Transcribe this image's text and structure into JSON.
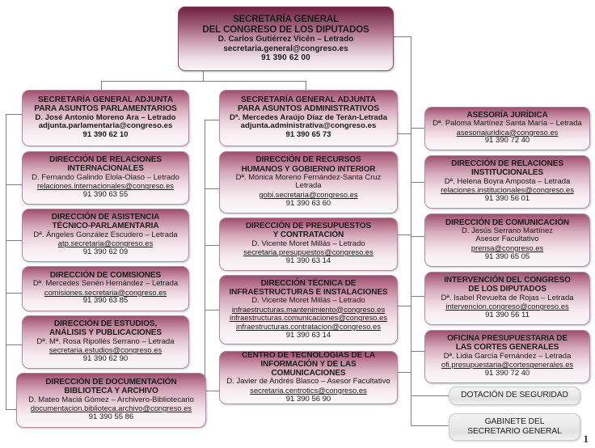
{
  "document": {
    "page_number": "1",
    "accent_color": "#8d4460",
    "line_color": "#808080",
    "plain_box_color": "#eaeaea"
  },
  "root": {
    "title_line1": "SECRETARÍA GENERAL",
    "title_line2": "DEL CONGRESO DE LOS DIPUTADOS",
    "person": "D. Carlos Gutiérrez Vicén – Letrado",
    "email": "secretaria.general@congreso.es",
    "phone": "91 390 62 00"
  },
  "left_branch": {
    "head": {
      "title_line1": "SECRETARÍA GENERAL ADJUNTA",
      "title_line2": "PARA ASUNTOS PARLAMENTARIOS",
      "person": "D. José Antonio Moreno Ara – Letrado",
      "email": "adjunta.parlamentaria@congreso.es",
      "phone": "91 390 62 10"
    },
    "units": [
      {
        "title_line1": "DIRECCIÓN DE RELACIONES",
        "title_line2": "INTERNACIONALES",
        "person": "D. Fernando Galindo Elola-Olaso – Letrado",
        "email": "relaciones.internacionales@congreso.es",
        "phone": "91 390 63 55"
      },
      {
        "title_line1": "DIRECCIÓN DE ASISTENCIA",
        "title_line2": "TÉCNICO-PARLAMENTARIA",
        "person": "Dª. Ángeles González Escudero – Letrada",
        "email": "atp.secretaria@congreso.es",
        "phone": "91 390 62 09"
      },
      {
        "title_line1": "DIRECCIÓN DE COMISIONES",
        "title_line2": "",
        "person": "Dª. Mercedes Senén Hernández – Letrada",
        "email": "comisiones.secretaria@congreso.es",
        "phone": "91 390 63 85"
      },
      {
        "title_line1": "DIRECCIÓN DE ESTUDIOS,",
        "title_line2": "ANÁLISIS Y PUBLICACIONES",
        "person": "Dª. Mª. Rosa Ripollés Serrano – Letrada",
        "email": "secretaria.estudios@congreso.es",
        "phone": "91 390 62 90"
      },
      {
        "title_line1": "DIRECCIÓN DE DOCUMENTACIÓN",
        "title_line2": "BIBLIOTECA Y ARCHIVO",
        "person": "D. Mateo Maciá Gómez – Archivero-Bibliotecario",
        "email": "documentacion.biblioteca.archivo@congreso.es",
        "phone": "91 390 55 86"
      }
    ]
  },
  "center_branch": {
    "head": {
      "title_line1": "SECRETARÍA GENERAL ADJUNTA",
      "title_line2": "PARA ASUNTOS ADMINISTRATIVOS",
      "person": "Dª. Mercedes Araújo Díaz de Terán-Letrada",
      "email": "adjunta.administrativa@congreso.es",
      "phone": "91 390 65 73"
    },
    "units": [
      {
        "title_line1": "DIRECCIÓN DE RECURSOS",
        "title_line2": "HUMANOS Y GOBIERNO INTERIOR",
        "person": "Dª. Mónica Moreno Fernández-Santa Cruz",
        "person2": "Letrada",
        "email": "gobi.secretaria@congreso.es",
        "phone": "91 390 63 60"
      },
      {
        "title_line1": "DIRECCIÓN DE PRESUPUESTOS",
        "title_line2": "Y CONTRATACIÓN",
        "person": "D. Vicente Moret Millás – Letrado",
        "email": "secretaria.presupuestos@congreso.es",
        "phone": "91 390 63 14"
      },
      {
        "title_line1": "DIRECCIÓN TÉCNICA DE",
        "title_line2": "INFRAESTRUCTURAS E INSTALACIONES",
        "person": "D. Vicente Moret Millás – Letrado",
        "email": "infraestructuras.mantenimiento@congreso.es",
        "email2": "infraestructuras.comunicaciones@congreso.es",
        "email3": "infraestructuras.contratacion@congreso.es",
        "phone": "91 390 63 14"
      },
      {
        "title_line1": "CENTRO DE TECNOLOGÍAS DE LA",
        "title_line2": "INFORMACIÓN Y DE LAS COMUNICACIONES",
        "person": "D. Javier de Andrés Blasco – Asesor Facultativo",
        "email": "secretaria.centrotics@congreso.es",
        "phone": "91 390 56 90"
      }
    ]
  },
  "right_branch": {
    "units": [
      {
        "title_line1": "ASESORÍA JURÍDICA",
        "title_line2": "",
        "person": "Dª. Paloma Martínez Santa María – Letrada",
        "email": "asesoriajuridica@congreso.es",
        "phone": "91 390 72 40"
      },
      {
        "title_line1": "DIRECCIÓN DE RELACIONES",
        "title_line2": "INSTITUCIONALES",
        "person": "Dª. Helena Boyra Amposta – Letrada",
        "email": "relaciones.institucionales@congreso.es",
        "phone": "91 390 56 01"
      },
      {
        "title_line1": "DIRECCIÓN DE COMUNICACIÓN",
        "title_line2": "",
        "person": "D. Jesús Serrano Martínez",
        "person2": "Asesor Facultativo",
        "email": "prensa@congreso.es",
        "phone": "91 390 65 05"
      },
      {
        "title_line1": "INTERVENCIÓN DEL CONGRESO",
        "title_line2": "DE LOS DIPUTADOS",
        "person": "Dª. Isabel Revuelta de Rojas – Letrada",
        "email": "intervencion.congreso@congreso.es",
        "phone": "91 390 56 11"
      },
      {
        "title_line1": "OFICINA PRESUPUESTARIA DE",
        "title_line2": "LAS CORTES GENERALES",
        "person": "Dª. Lidia García Fernández – Letrada",
        "email": "ofi.presupuestaria@cortesgenerales.es",
        "phone": "91 390 72 40"
      }
    ],
    "plain_units": [
      {
        "title_line1": "DOTACIÓN DE SEGURIDAD",
        "title_line2": ""
      },
      {
        "title_line1": "GABINETE DEL",
        "title_line2": "SECRETARIO GENERAL"
      }
    ]
  }
}
